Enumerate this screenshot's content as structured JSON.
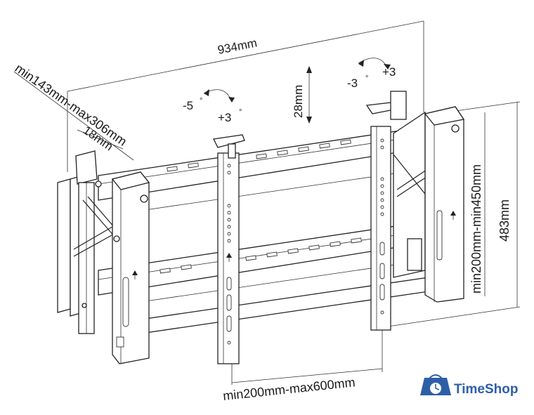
{
  "dimensions": {
    "width_total": "934mm",
    "depth_range": "min143mm-max306mm",
    "depth_step": "18mm",
    "adjust_travel": "28mm",
    "height_total": "483mm",
    "height_range": "min200mm-min450mm",
    "bracket_spacing": "min200mm-max600mm"
  },
  "tilt": {
    "left_minus": "-5",
    "left_plus": "+3",
    "right_minus": "-3",
    "right_plus": "+3",
    "degree_symbol": "°"
  },
  "brand": {
    "name": "TimeShop",
    "color": "#2d5fa8"
  }
}
